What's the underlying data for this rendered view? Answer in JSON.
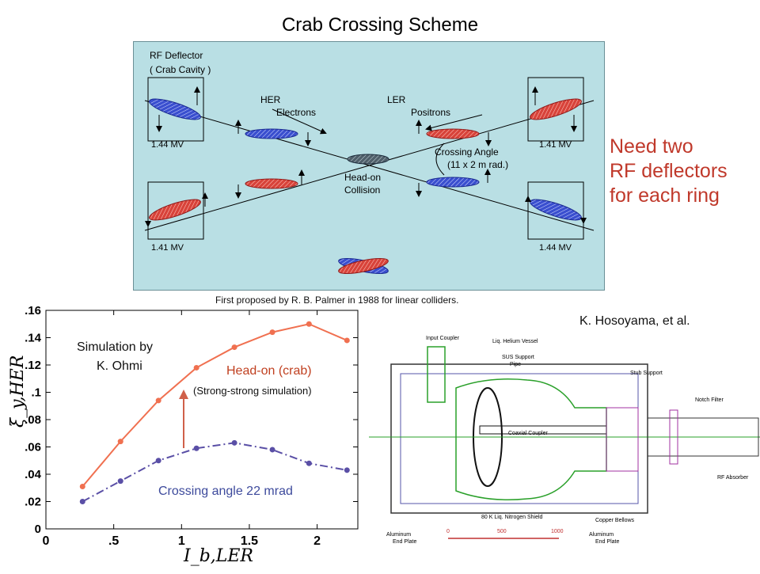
{
  "title": "Crab Crossing Scheme",
  "diagram": {
    "rf_deflector": "RF Deflector",
    "crab_cavity": "( Crab Cavity )",
    "her": "HER",
    "electrons": "Electrons",
    "ler": "LER",
    "positrons": "Positrons",
    "voltage_tl": "1.44 MV",
    "voltage_tr": "1.41 MV",
    "voltage_bl": "1.41 MV",
    "voltage_br": "1.44 MV",
    "crossing_angle": "Crossing Angle",
    "crossing_value": "(11 x 2 m rad.)",
    "head_on_1": "Head-on",
    "head_on_2": "Collision",
    "colors": {
      "background": "#b9dfe4",
      "electron_bunch": "#3a4fcf",
      "positron_bunch": "#d8433a"
    }
  },
  "note": {
    "line1": "Need two",
    "line2": "RF deflectors",
    "line3": "for each ring",
    "color": "#c0392b"
  },
  "credit": "First proposed by R. B. Palmer in 1988 for linear colliders.",
  "author": "K. Hosoyama, et al.",
  "plot_annotations": {
    "simulation_1": "Simulation by",
    "simulation_2": "K. Ohmi",
    "head_on": "Head-on (crab)",
    "strong": "(Strong-strong simulation)",
    "crossing": "Crossing angle 22 mrad"
  },
  "cavity_labels": {
    "input_coupler": "Input Coupler",
    "helium_vessel": "Liq. Helium Vessel",
    "sus_support_1": "SUS Support",
    "sus_support_2": "Pipe",
    "stub_support": "Stub Support",
    "notch_filter": "Notch Filter",
    "coaxial_coupler": "Coaxial Coupler",
    "rf_absorber": "RF Absorber",
    "nitrogen_shield": "80 K Liq. Nitrogen Shield",
    "copper_bellows": "Copper Bellows",
    "al_left_1": "Aluminum",
    "al_left_2": "End Plate",
    "al_right_1": "Aluminum",
    "al_right_2": "End Plate",
    "scale_0": "0",
    "scale_500": "500",
    "scale_1000": "1000"
  },
  "chart_data": {
    "type": "line",
    "xlabel": "I_b,LER",
    "ylabel": "ξ_y,HER",
    "xlim": [
      0,
      2.3
    ],
    "ylim": [
      0,
      0.16
    ],
    "x_ticks": [
      "0",
      ".5",
      "1",
      "1.5",
      "2"
    ],
    "y_ticks": [
      "0",
      ".02",
      ".04",
      ".06",
      ".08",
      ".1",
      ".12",
      ".14",
      ".16"
    ],
    "grid": false,
    "series": [
      {
        "name": "Head-on (crab)",
        "color": "#f07050",
        "x": [
          0.27,
          0.55,
          0.83,
          1.11,
          1.39,
          1.67,
          1.94,
          2.22
        ],
        "y": [
          0.031,
          0.064,
          0.094,
          0.118,
          0.133,
          0.144,
          0.15,
          0.138
        ]
      },
      {
        "name": "Crossing angle 22 mrad",
        "color": "#5a4fa6",
        "x": [
          0.27,
          0.55,
          0.83,
          1.11,
          1.39,
          1.67,
          1.94,
          2.22
        ],
        "y": [
          0.02,
          0.035,
          0.05,
          0.059,
          0.063,
          0.058,
          0.048,
          0.043
        ]
      }
    ]
  }
}
